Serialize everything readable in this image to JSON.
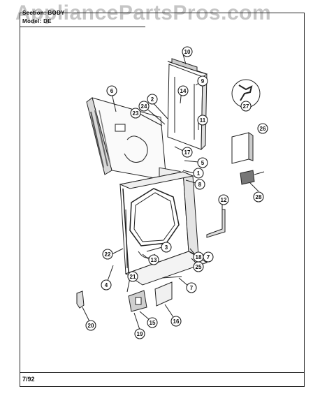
{
  "header": {
    "section": "Section: BODY",
    "model": "Model: DE"
  },
  "watermark": "AppliancePartsPros.com",
  "footer": {
    "date": "7/92"
  },
  "callouts": [
    "1",
    "2",
    "3",
    "4",
    "5",
    "6",
    "7",
    "7",
    "7",
    "8",
    "9",
    "10",
    "11",
    "12",
    "13",
    "14",
    "15",
    "16",
    "17",
    "18",
    "19",
    "20",
    "21",
    "22",
    "23",
    "24",
    "25",
    "26",
    "27",
    "28"
  ]
}
